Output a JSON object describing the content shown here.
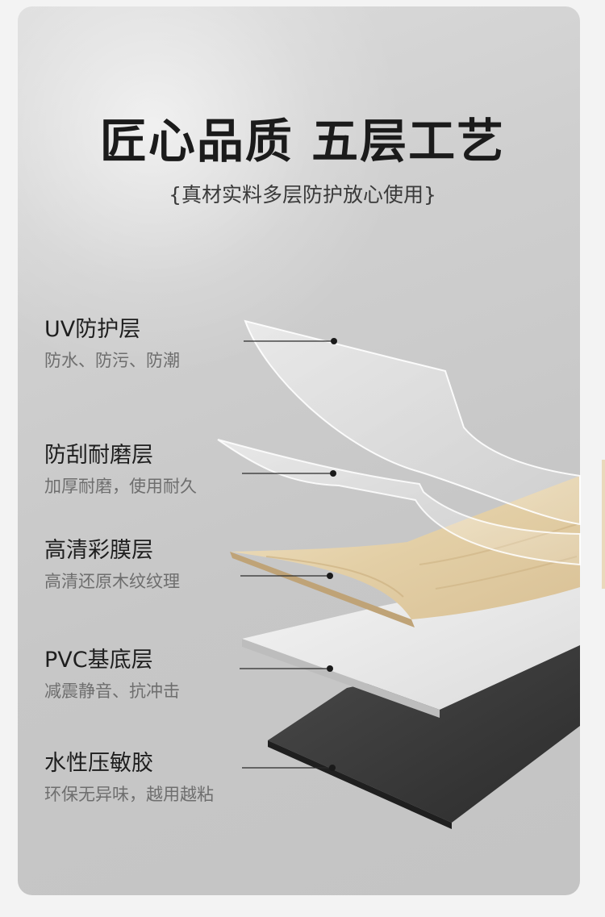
{
  "header": {
    "title": "匠心品质 五层工艺",
    "subtitle": "{真材实料多层防护放心使用}"
  },
  "layers": [
    {
      "name": "UV防护层",
      "desc": "防水、防污、防潮"
    },
    {
      "name": "防刮耐磨层",
      "desc": "加厚耐磨，使用耐久"
    },
    {
      "name": "高清彩膜层",
      "desc": "高清还原木纹纹理"
    },
    {
      "name": "PVC基底层",
      "desc": "减震静音、抗冲击"
    },
    {
      "name": "水性压敏胶",
      "desc": "环保无异味，越用越粘"
    }
  ],
  "colors": {
    "background": "#c7c7c7",
    "title": "#1b1b1b",
    "label": "#1e1e1e",
    "description": "#6e6e6e",
    "wood": "#e6d3ad",
    "pvc": "#e8e8e8",
    "adhesive": "#3a3a3a"
  }
}
